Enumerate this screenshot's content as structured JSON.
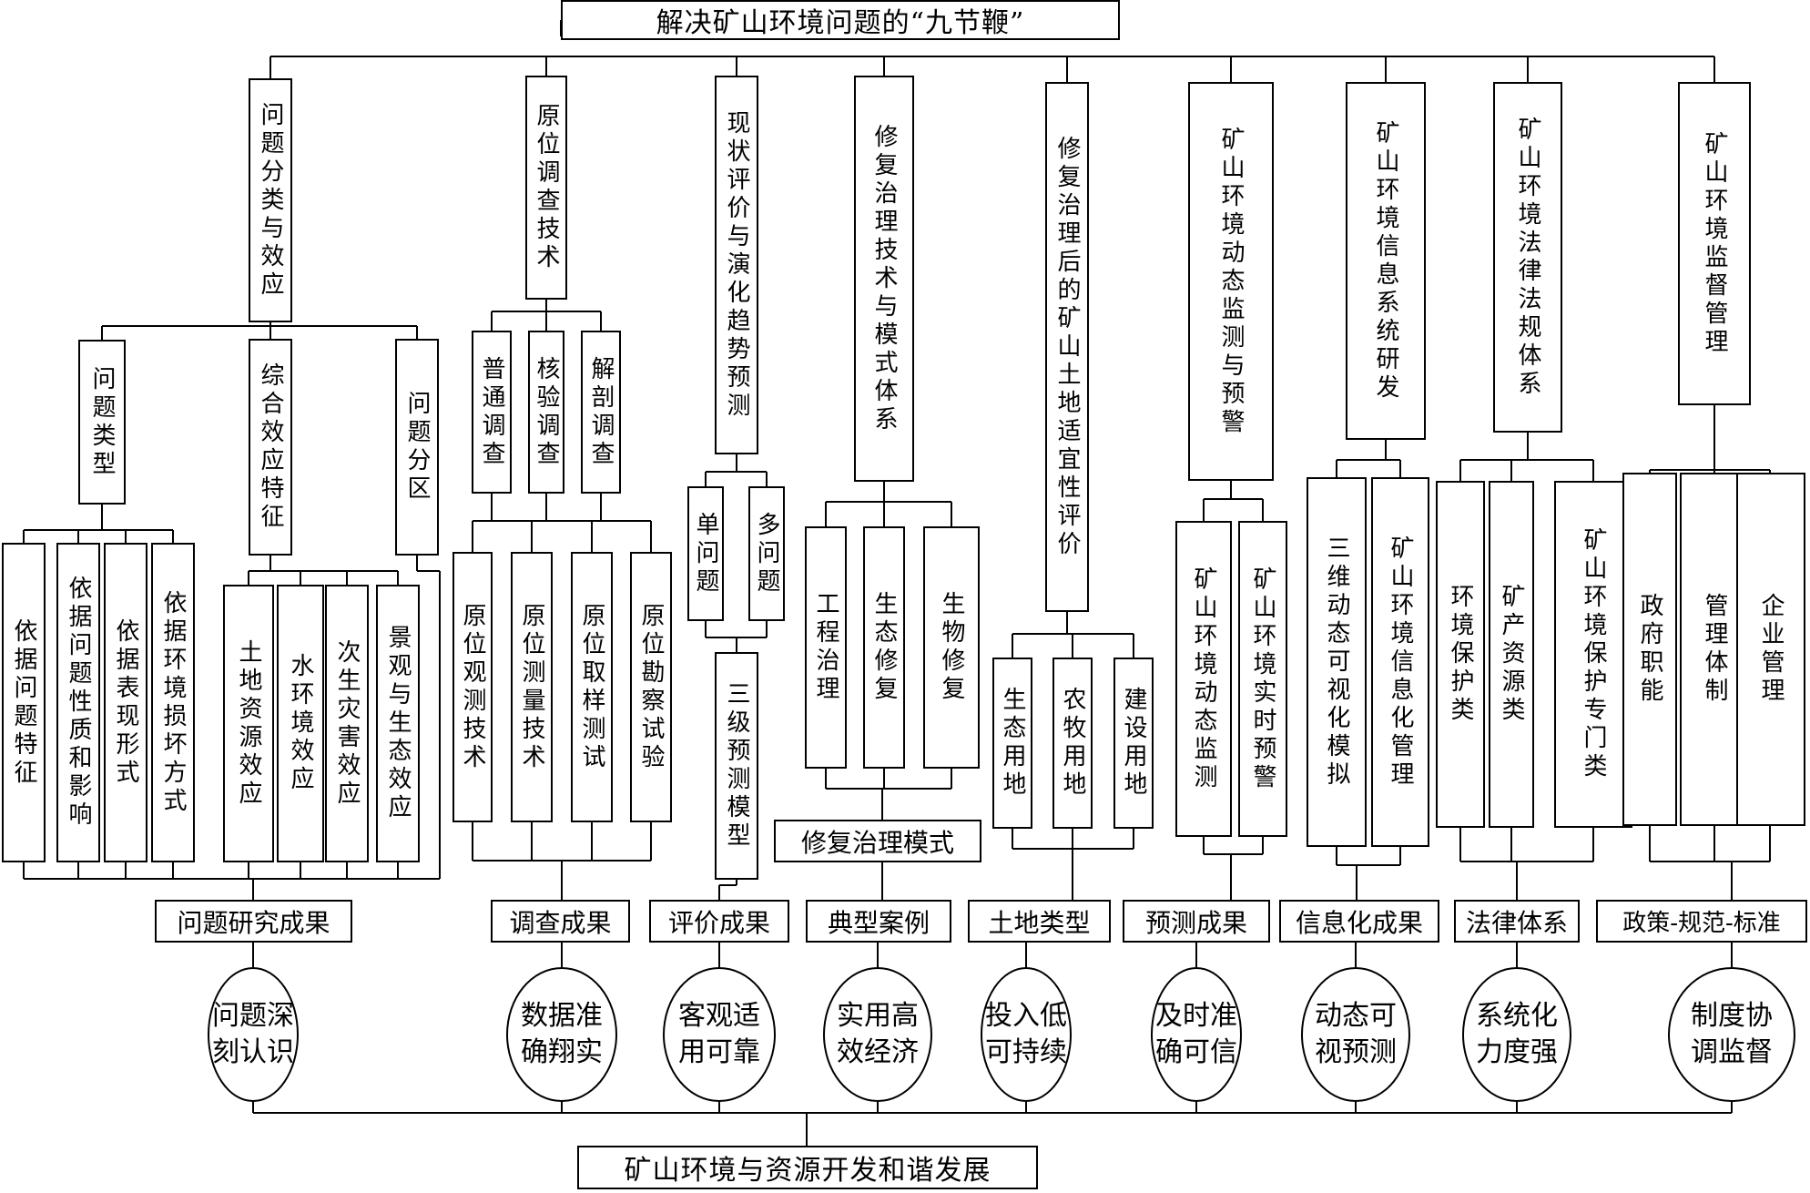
{
  "title": "解决矿山环境问题的“九节鞭”",
  "bottom": "矿山环境与资源开发和谐发展",
  "branches": [
    {
      "label": "问题分类与效应",
      "subs": [
        "问题类型",
        "综合效应特征",
        "问题分区"
      ],
      "leaves_a": [
        "依据问题特征",
        "依据问题性质和影响",
        "依据表现形式",
        "依据环境损坏方式"
      ],
      "leaves_b": [
        "土地资源效应",
        "水环境效应",
        "次生灾害效应",
        "景观与生态效应"
      ],
      "result": "问题研究成果",
      "circle": "问题深刻认识"
    },
    {
      "label": "原位调查技术",
      "subs": [
        "普通调查",
        "核验调查",
        "解剖调查"
      ],
      "leaves": [
        "原位观测技术",
        "原位测量技术",
        "原位取样测试",
        "原位勘察试验"
      ],
      "result": "调查成果",
      "circle": "数据准确翔实"
    },
    {
      "label": "现状评价与演化趋势预测",
      "subs": [
        "单问题",
        "多问题"
      ],
      "model": "三级预测模型",
      "result": "评价成果",
      "circle": "客观适用可靠"
    },
    {
      "label": "修复治理技术与模式体系",
      "subs": [
        "工程治理",
        "生态修复",
        "生物修复"
      ],
      "mode": "修复治理模式",
      "result": "典型案例",
      "circle": "实用高效经济"
    },
    {
      "label": "修复治理后的矿山土地适宜性评价",
      "subs": [
        "生态用地",
        "农牧用地",
        "建设用地"
      ],
      "result": "土地类型",
      "circle": "投入低可持续"
    },
    {
      "label": "矿山环境动态监测与预警",
      "subs": [
        "矿山环境动态监测",
        "矿山环境实时预警"
      ],
      "result": "预测成果",
      "circle": "及时准确可信"
    },
    {
      "label": "矿山环境信息系统研发",
      "subs": [
        "三维动态可视化模拟",
        "矿山环境信息化管理"
      ],
      "result": "信息化成果",
      "circle": "动态可视预测"
    },
    {
      "label": "矿山环境法律法规体系",
      "subs": [
        "环境保护类",
        "矿产资源类",
        "矿山环境保护专门类"
      ],
      "result": "法律体系",
      "circle": "系统化力度强"
    },
    {
      "label": "矿山环境监督管理",
      "subs": [
        "政府职能",
        "管理体制",
        "企业管理"
      ],
      "result": "政策-规范-标准",
      "circle": "制度协调监督"
    }
  ]
}
